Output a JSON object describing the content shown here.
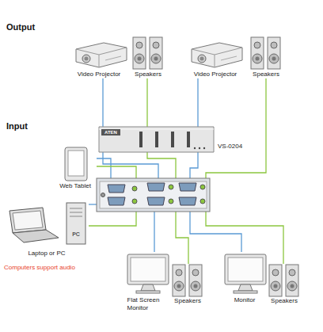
{
  "diagram": {
    "nodes": [
      {
        "text": [
          "Video Projector"
        ]
      },
      {
        "text": [
          "Speakers"
        ]
      },
      {
        "text": [
          "Video Projector"
        ]
      },
      {
        "text": [
          "Speakers"
        ]
      },
      {
        "text": [
          "ATEN",
          "VS-0204"
        ]
      },
      {
        "text": [
          "Web Tablet"
        ]
      },
      {
        "text": [
          "PC",
          "Laptop or PC"
        ]
      },
      {
        "text": [
          "Flat Screen Monitor"
        ]
      },
      {
        "text": [
          "Speakers"
        ]
      },
      {
        "text": [
          "Monitor"
        ]
      },
      {
        "text": [
          "Speakers"
        ]
      }
    ],
    "edges": [
      {
        "from": 4,
        "to": 0,
        "arrow": "none"
      },
      {
        "from": 4,
        "to": 1,
        "arrow": "none"
      },
      {
        "from": 4,
        "to": 2,
        "arrow": "none"
      },
      {
        "from": 4,
        "to": 3,
        "arrow": "none"
      },
      {
        "from": 5,
        "to": 4,
        "arrow": "none"
      },
      {
        "from": 5,
        "to": 4,
        "arrow": "none"
      },
      {
        "from": 6,
        "to": 4,
        "arrow": "none"
      },
      {
        "from": 6,
        "to": 4,
        "arrow": "none"
      },
      {
        "from": 4,
        "to": 7,
        "arrow": "none"
      },
      {
        "from": 4,
        "to": 8,
        "arrow": "none"
      },
      {
        "from": 4,
        "to": 9,
        "arrow": "none"
      },
      {
        "from": 4,
        "to": 10,
        "arrow": "none"
      }
    ],
    "labels": [
      "Output",
      "Input",
      "Computers support audio"
    ]
  }
}
